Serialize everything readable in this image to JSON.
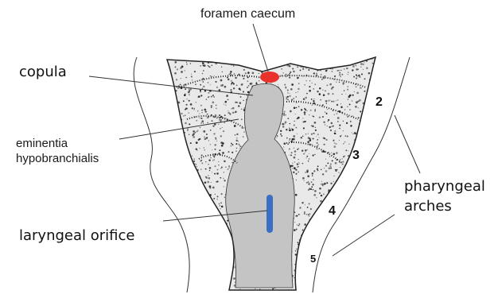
{
  "labels": {
    "foramen_caecum": "foramen caecum",
    "copula": "copula",
    "eminentia_line1": "eminentia",
    "eminentia_line2": "hypobranchialis",
    "laryngeal_orifice": "laryngeal orifice",
    "pharyngeal_line1": "pharyngeal",
    "pharyngeal_line2": "arches"
  },
  "arch_numbers": [
    "2",
    "3",
    "4",
    "5"
  ],
  "colors": {
    "foramen_caecum_marker": "#e8322b",
    "laryngeal_orifice_marker": "#3a6fc4",
    "tissue_fill": "#c9c9c9",
    "stipple": "#1a1a1a",
    "outline": "#222222"
  }
}
